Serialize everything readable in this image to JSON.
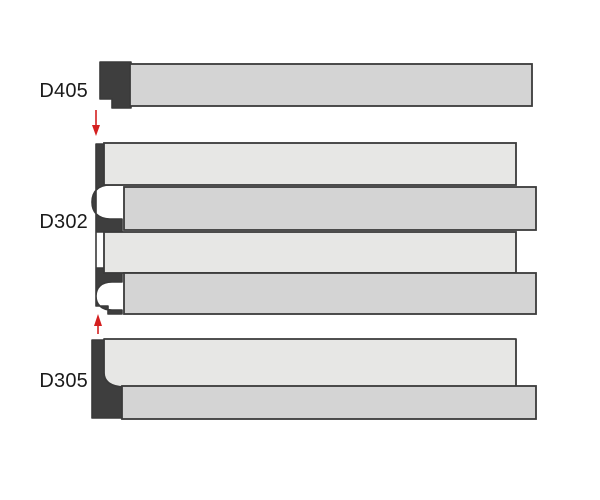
{
  "diagram": {
    "type": "technical-cross-section",
    "subject": "interlocking wall panel / molding profiles",
    "background_color": "#ffffff",
    "labels": [
      {
        "id": "d405",
        "text": "D405"
      },
      {
        "id": "d302",
        "text": "D302"
      },
      {
        "id": "d305",
        "text": "D305"
      }
    ],
    "colors": {
      "outline": "#3a3a3a",
      "spine_dark": "#3e3e3e",
      "fill_light": "#e7e7e5",
      "fill_mid": "#d4d4d4",
      "arrow_red": "#d41f1f"
    },
    "profiles": [
      {
        "id": "d405",
        "label": "D405",
        "bar_count": 1,
        "bars": [
          {
            "tone": "mid",
            "right_edge": 532
          }
        ],
        "has_left_spine": true,
        "has_bulb_notch": false,
        "bottom_notch": true
      },
      {
        "id": "d302",
        "label": "D302",
        "bar_count": 4,
        "bars": [
          {
            "tone": "light",
            "right_edge": 516
          },
          {
            "tone": "mid",
            "right_edge": 536
          },
          {
            "tone": "light",
            "right_edge": 516
          },
          {
            "tone": "mid",
            "right_edge": 536
          }
        ],
        "has_left_spine": true,
        "has_bulb_notch": true,
        "bulb_notch_count": 2
      },
      {
        "id": "d305",
        "label": "D305",
        "bar_count": 2,
        "bars": [
          {
            "tone": "light",
            "right_edge": 516
          },
          {
            "tone": "mid",
            "right_edge": 536
          }
        ],
        "has_left_spine": true,
        "has_bulb_notch": false
      }
    ],
    "arrows": [
      {
        "id": "arrow-d405-to-d302",
        "direction": "down",
        "color": "#d41f1f",
        "from_profile": "d405",
        "to_profile": "d302"
      },
      {
        "id": "arrow-d302-to-d305",
        "direction": "up",
        "color": "#d41f1f",
        "from_profile": "d305",
        "to_profile": "d302"
      }
    ]
  }
}
